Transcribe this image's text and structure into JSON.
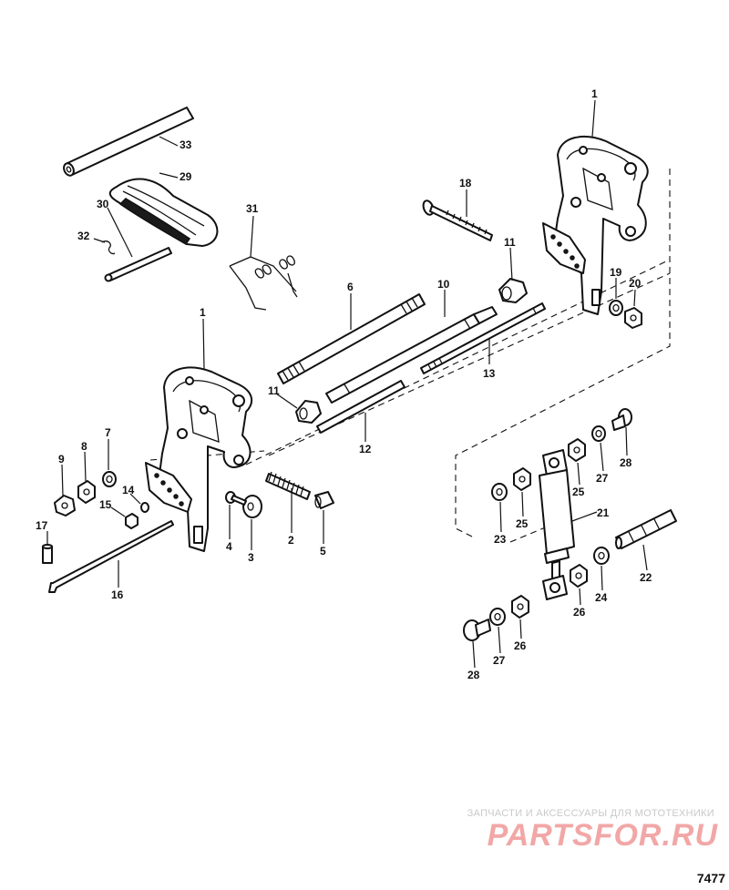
{
  "diagram": {
    "callouts": [
      {
        "id": "c1a",
        "label": "1"
      },
      {
        "id": "c1b",
        "label": "1"
      },
      {
        "id": "c2",
        "label": "2"
      },
      {
        "id": "c3",
        "label": "3"
      },
      {
        "id": "c4",
        "label": "4"
      },
      {
        "id": "c5",
        "label": "5"
      },
      {
        "id": "c6",
        "label": "6"
      },
      {
        "id": "c7",
        "label": "7"
      },
      {
        "id": "c8",
        "label": "8"
      },
      {
        "id": "c9",
        "label": "9"
      },
      {
        "id": "c10",
        "label": "10"
      },
      {
        "id": "c11a",
        "label": "11"
      },
      {
        "id": "c11b",
        "label": "11"
      },
      {
        "id": "c12",
        "label": "12"
      },
      {
        "id": "c13",
        "label": "13"
      },
      {
        "id": "c14",
        "label": "14"
      },
      {
        "id": "c15",
        "label": "15"
      },
      {
        "id": "c16",
        "label": "16"
      },
      {
        "id": "c17",
        "label": "17"
      },
      {
        "id": "c18",
        "label": "18"
      },
      {
        "id": "c19",
        "label": "19"
      },
      {
        "id": "c20",
        "label": "20"
      },
      {
        "id": "c21",
        "label": "21"
      },
      {
        "id": "c22",
        "label": "22"
      },
      {
        "id": "c23",
        "label": "23"
      },
      {
        "id": "c24",
        "label": "24"
      },
      {
        "id": "c25a",
        "label": "25"
      },
      {
        "id": "c25b",
        "label": "25"
      },
      {
        "id": "c26a",
        "label": "26"
      },
      {
        "id": "c26b",
        "label": "26"
      },
      {
        "id": "c27a",
        "label": "27"
      },
      {
        "id": "c27b",
        "label": "27"
      },
      {
        "id": "c28a",
        "label": "28"
      },
      {
        "id": "c28b",
        "label": "28"
      },
      {
        "id": "c29",
        "label": "29"
      },
      {
        "id": "c30",
        "label": "30"
      },
      {
        "id": "c31",
        "label": "31"
      },
      {
        "id": "c32",
        "label": "32"
      },
      {
        "id": "c33",
        "label": "33"
      }
    ],
    "drawing_number": "7477"
  },
  "watermark": {
    "tagline": "ЗАПЧАСТИ И АКСЕССУАРЫ ДЛЯ МОТОТЕХНИКИ",
    "logo": "PARTSFOR.RU"
  }
}
